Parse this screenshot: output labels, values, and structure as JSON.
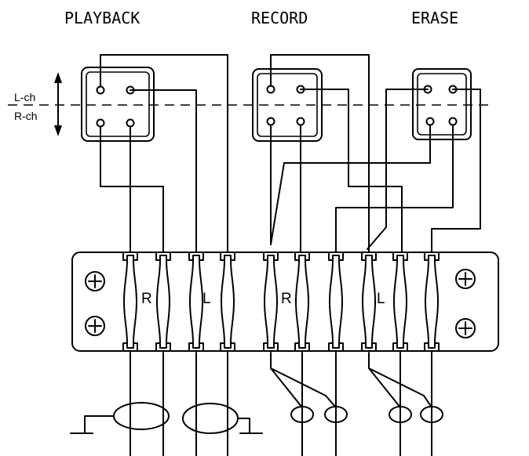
{
  "heads": [
    {
      "title": "PLAYBACK"
    },
    {
      "title": "RECORD"
    },
    {
      "title": "ERASE"
    }
  ],
  "channel_labels": {
    "left": "L-ch",
    "right": "R-ch"
  },
  "terminal_groups": [
    "R",
    "L",
    "R",
    "L"
  ]
}
